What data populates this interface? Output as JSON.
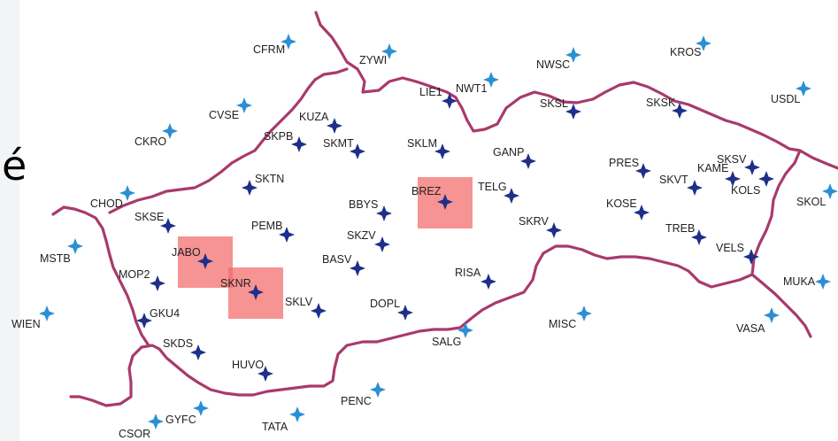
{
  "colors": {
    "border": "#a83a6c",
    "inner_station": "#1e2f8a",
    "outer_station": "#2b8fd4",
    "highlight": "#f26a6a"
  },
  "edge_glyph": "é",
  "stations": [
    {
      "name": "CFRM",
      "type": "outer"
    },
    {
      "name": "ZYWI",
      "type": "outer"
    },
    {
      "name": "NWSC",
      "type": "outer"
    },
    {
      "name": "KROS",
      "type": "outer"
    },
    {
      "name": "USDL",
      "type": "outer"
    },
    {
      "name": "LIE1",
      "type": "inner"
    },
    {
      "name": "NWT1",
      "type": "outer"
    },
    {
      "name": "CVSE",
      "type": "outer"
    },
    {
      "name": "KUZA",
      "type": "inner"
    },
    {
      "name": "SKSL",
      "type": "inner"
    },
    {
      "name": "SKSK",
      "type": "inner"
    },
    {
      "name": "CKRO",
      "type": "outer"
    },
    {
      "name": "SKPB",
      "type": "inner"
    },
    {
      "name": "SKMT",
      "type": "inner"
    },
    {
      "name": "SKLM",
      "type": "inner"
    },
    {
      "name": "GANP",
      "type": "inner"
    },
    {
      "name": "PRES",
      "type": "inner"
    },
    {
      "name": "SKSV",
      "type": "inner"
    },
    {
      "name": "KAME",
      "type": "inner"
    },
    {
      "name": "SKVT",
      "type": "inner"
    },
    {
      "name": "KOLS",
      "type": "inner"
    },
    {
      "name": "SKTN",
      "type": "inner"
    },
    {
      "name": "BREZ",
      "type": "inner"
    },
    {
      "name": "TELG",
      "type": "inner"
    },
    {
      "name": "SKOL",
      "type": "outer"
    },
    {
      "name": "CHOD",
      "type": "outer"
    },
    {
      "name": "BBYS",
      "type": "inner"
    },
    {
      "name": "KOSE",
      "type": "inner"
    },
    {
      "name": "SKSE",
      "type": "inner"
    },
    {
      "name": "PEMB",
      "type": "inner"
    },
    {
      "name": "SKRV",
      "type": "inner"
    },
    {
      "name": "TREB",
      "type": "inner"
    },
    {
      "name": "SKZV",
      "type": "inner"
    },
    {
      "name": "MSTB",
      "type": "outer"
    },
    {
      "name": "JABO",
      "type": "inner"
    },
    {
      "name": "VELS",
      "type": "inner"
    },
    {
      "name": "BASV",
      "type": "inner"
    },
    {
      "name": "RISA",
      "type": "inner"
    },
    {
      "name": "MOP2",
      "type": "inner"
    },
    {
      "name": "SKNR",
      "type": "inner"
    },
    {
      "name": "MUKA",
      "type": "outer"
    },
    {
      "name": "SKLV",
      "type": "inner"
    },
    {
      "name": "DOPL",
      "type": "inner"
    },
    {
      "name": "WIEN",
      "type": "outer"
    },
    {
      "name": "GKU4",
      "type": "inner"
    },
    {
      "name": "MISC",
      "type": "outer"
    },
    {
      "name": "VASA",
      "type": "outer"
    },
    {
      "name": "SALG",
      "type": "outer"
    },
    {
      "name": "SKDS",
      "type": "inner"
    },
    {
      "name": "HUVO",
      "type": "inner"
    },
    {
      "name": "PENC",
      "type": "outer"
    },
    {
      "name": "GYFC",
      "type": "outer"
    },
    {
      "name": "TATA",
      "type": "outer"
    },
    {
      "name": "CSOR",
      "type": "outer"
    }
  ],
  "highlighted_stations": [
    "JABO",
    "SKNR",
    "BREZ"
  ]
}
